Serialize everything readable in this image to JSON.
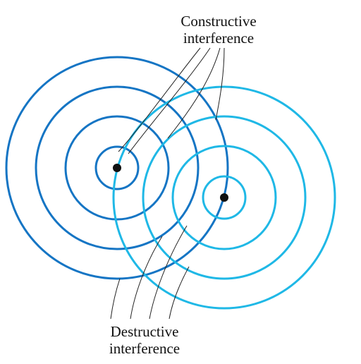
{
  "colors": {
    "source_a_waves": "#1575c4",
    "source_b_waves": "#1fb8e6",
    "source_dot": "#111111",
    "leader_line": "#222222"
  },
  "labels": {
    "constructive_line1": "Constructive",
    "constructive_line2": "interference",
    "destructive_line1": "Destructive",
    "destructive_line2": "interference"
  }
}
